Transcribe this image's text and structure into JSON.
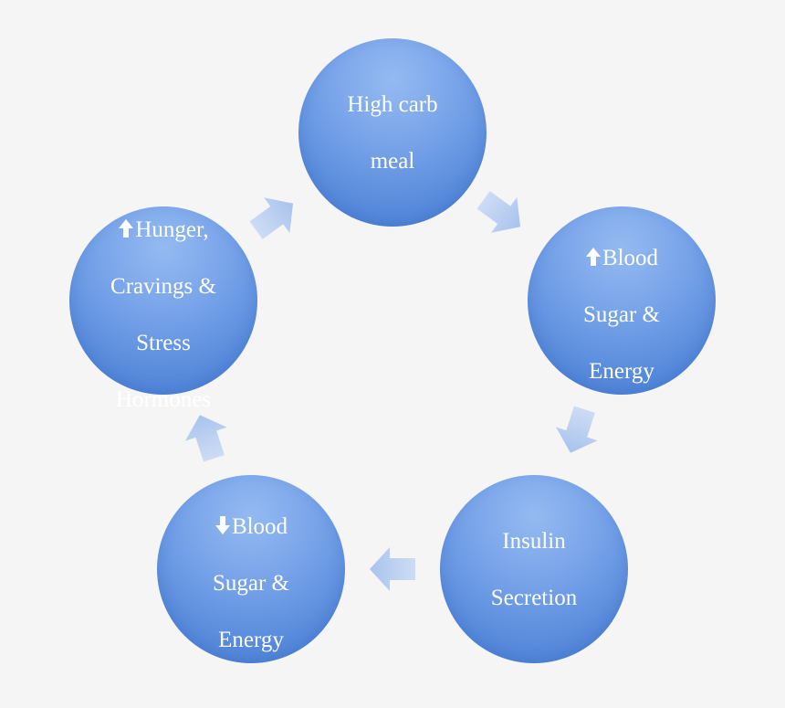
{
  "nodes": [
    {
      "id": "high-carb-meal",
      "lines": [
        "High carb",
        "meal"
      ]
    },
    {
      "id": "blood-sugar-up",
      "lines": [
        "Blood",
        "Sugar &",
        "Energy"
      ],
      "indicator": "up-arrow-icon"
    },
    {
      "id": "insulin-secretion",
      "lines": [
        "Insulin",
        "Secretion"
      ]
    },
    {
      "id": "blood-sugar-down",
      "lines": [
        "Blood",
        "Sugar &",
        "Energy"
      ],
      "indicator": "down-arrow-icon"
    },
    {
      "id": "hunger-cravings",
      "lines": [
        "Hunger,",
        "Cravings &",
        "Stress",
        "Hormones"
      ],
      "indicator": "up-arrow-icon"
    }
  ],
  "colors": {
    "background": "#f5f5f6",
    "node_fill": "#6a9be3",
    "node_text": "#ffffff",
    "connector_arrow": "#b7cdf0"
  }
}
